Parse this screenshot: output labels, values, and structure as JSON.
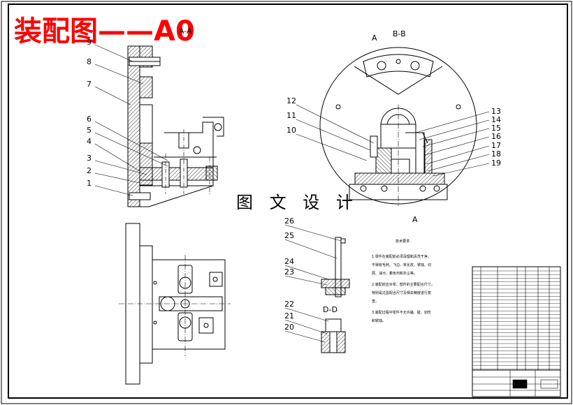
{
  "title": "装配图——A0",
  "watermark": "图 文 设 计",
  "sections": {
    "aa": "A-A",
    "bb": "B-B",
    "dd": "D-D",
    "a_mark_top": "A",
    "a_mark_bottom": "A"
  },
  "part_labels_left": [
    "9",
    "8",
    "7",
    "6",
    "5",
    "4",
    "3",
    "2",
    "1"
  ],
  "part_labels_right_left": [
    "12",
    "11",
    "10"
  ],
  "part_labels_right": [
    "13",
    "14",
    "15",
    "16",
    "17",
    "18",
    "19"
  ],
  "part_labels_detail": [
    "26",
    "25",
    "24",
    "23",
    "22",
    "21",
    "20"
  ],
  "tech_notes": {
    "heading": "技术要求",
    "lines": [
      "1.零件在装配前必须清理和清洗干净，",
      "不得有毛刺、飞边、氧化皮、锈蚀、切",
      "屑、油污、着色剂和灰尘等。",
      "2.装配前应对零、部件的主要配合尺寸，",
      "特别是过盈配合尺寸及相关精度进行复",
      "查。",
      "3.装配过程中零件不允许磕、碰、划伤",
      "和锈蚀。"
    ]
  },
  "colors": {
    "title": "#ff0000",
    "line": "#000000",
    "hatch": "#000000"
  }
}
